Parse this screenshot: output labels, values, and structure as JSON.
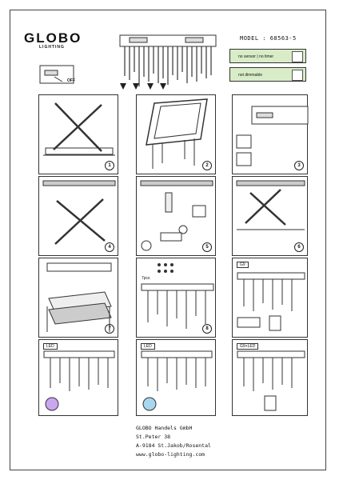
{
  "brand": {
    "name": "GLOBO",
    "sub": "LIGHTING"
  },
  "model": "MODEL : 68563-5",
  "badges": [
    {
      "text": "no sensor | no timer",
      "icon": "sensor-timer-icon"
    },
    {
      "text": "not dimmable",
      "icon": "not-dimmable-icon"
    }
  ],
  "steps": [
    "1",
    "2",
    "3",
    "4",
    "5",
    "6",
    "7",
    "8"
  ],
  "panel_tags": {
    "p9": "G9",
    "p10": "LED",
    "p11": "LED",
    "p12": "G9+LED"
  },
  "off_label": "OFF",
  "pcs_label": "7pcs",
  "footer": {
    "line1": "GLOBO Handels GmbH",
    "line2": "St.Peter 38",
    "line3": "A-9184 St.Jakob/Rosental",
    "line4": "www.globo-lighting.com"
  }
}
